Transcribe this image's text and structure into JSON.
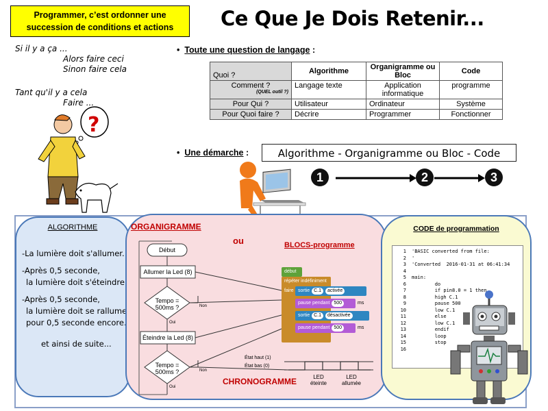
{
  "header": {
    "box_lines": [
      "Programmer, c’est ordonner une",
      "succession de conditions et actions"
    ],
    "title": "Ce Que Je Dois Retenir..."
  },
  "left_notes": {
    "line1": "Si il y a ça ...",
    "line2": "Alors faire ceci",
    "line3": "Sinon faire cela",
    "line4": "Tant qu'il y a cela",
    "line5": "Faire ..."
  },
  "section1": {
    "bullet": "•",
    "label": "Toute une question de langage",
    "colon": ":"
  },
  "table": {
    "headers": [
      "Quoi ?",
      "Algorithme",
      "Organigramme ou Bloc",
      "Code"
    ],
    "rows": [
      {
        "label": "Comment ?",
        "sublabel": "(QUEL outil ?)",
        "cells": [
          "Langage texte",
          "Application informatique",
          "programme"
        ]
      },
      {
        "label": "Pour Qui ?",
        "sublabel": "",
        "cells": [
          "Utilisateur",
          "Ordinateur",
          "Système"
        ]
      },
      {
        "label": "Pour Quoi faire ?",
        "sublabel": "",
        "cells": [
          "Décrire",
          "Programmer",
          "Fonctionner"
        ]
      }
    ]
  },
  "section2": {
    "bullet": "•",
    "label": "Une démarche",
    "colon": ":",
    "box": "Algorithme - Organigramme ou Bloc - Code"
  },
  "steps": [
    "1",
    "2",
    "3"
  ],
  "algorithme": {
    "title": "ALGORITHME",
    "l1": "-La lumière doit s'allumer.",
    "l2": "-Après 0,5 seconde,",
    "l3": "la lumière doit s'éteindre.",
    "l4": "-Après 0,5 seconde,",
    "l5": "la lumière doit se rallumer",
    "l6": "pour 0,5 seconde encore.",
    "l7": "et ainsi de suite..."
  },
  "organigramme": {
    "title": "ORGANIGRAMME",
    "ou": "ou",
    "blocs_title": "BLOCS-programme",
    "chrono_title": "CHRONOGRAMME",
    "debut": "Début",
    "allumer": "Allumer la Led (8)",
    "tempo": "Tempo = 500ms ?",
    "eteindre": "Éteindre la Led (8)",
    "oui": "Oui",
    "non": "Non",
    "etat_haut": "État haut (1)",
    "etat_bas": "État bas (0)",
    "led_eteinte": "LED éteinte",
    "led_allumee": "LED allumée"
  },
  "blocks": {
    "debut": "début",
    "repeter": "répéter indéfiniment",
    "faire": "faire",
    "sortie": "sortie",
    "c1": "C.1",
    "activee": "activée",
    "desactivee": "désactivée",
    "pause": "pause pendant",
    "ms_value": "500",
    "ms": "ms"
  },
  "code": {
    "title": "CODE de programmation",
    "line_numbers": [
      "1",
      "2",
      "3",
      "4",
      "5",
      "6",
      "7",
      "8",
      "9",
      "10",
      "11",
      "12",
      "13",
      "14",
      "15",
      "16"
    ],
    "lines": [
      "'BASIC converted from file:",
      "'",
      "'Converted  2016-01-31 at 06:41:34",
      "",
      "main:",
      "        do",
      "        if pin8.0 = 1 then",
      "        high C.1",
      "        pause 500",
      "        low C.1",
      "        else",
      "        low C.1",
      "        endif",
      "        loop",
      "        stop",
      ""
    ]
  },
  "colors": {
    "blue_panel": "#dbe7f6",
    "pink_panel": "#f9dde0",
    "yellow_panel": "#fafad2",
    "red_title": "#c00000",
    "border": "#6b8fc7"
  }
}
